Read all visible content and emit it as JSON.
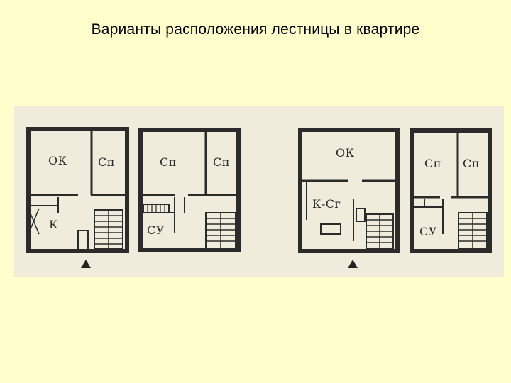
{
  "slide": {
    "title": "Варианты расположения лестницы в квартире"
  },
  "plans": [
    {
      "rooms": {
        "ok": "ОК",
        "sp": "Сп",
        "k": "К"
      }
    },
    {
      "rooms": {
        "sp_left": "Сп",
        "sp_right": "Сп",
        "su": "СУ"
      }
    },
    {
      "rooms": {
        "ok": "ОК",
        "k_sg": "К-Сг"
      }
    },
    {
      "rooms": {
        "sp_left": "Сп",
        "sp_right": "Сп",
        "su": "СУ"
      }
    }
  ],
  "colors": {
    "background": "#ffffcc",
    "scan": "#f0ecdc",
    "lines": "#2b2b2b"
  }
}
